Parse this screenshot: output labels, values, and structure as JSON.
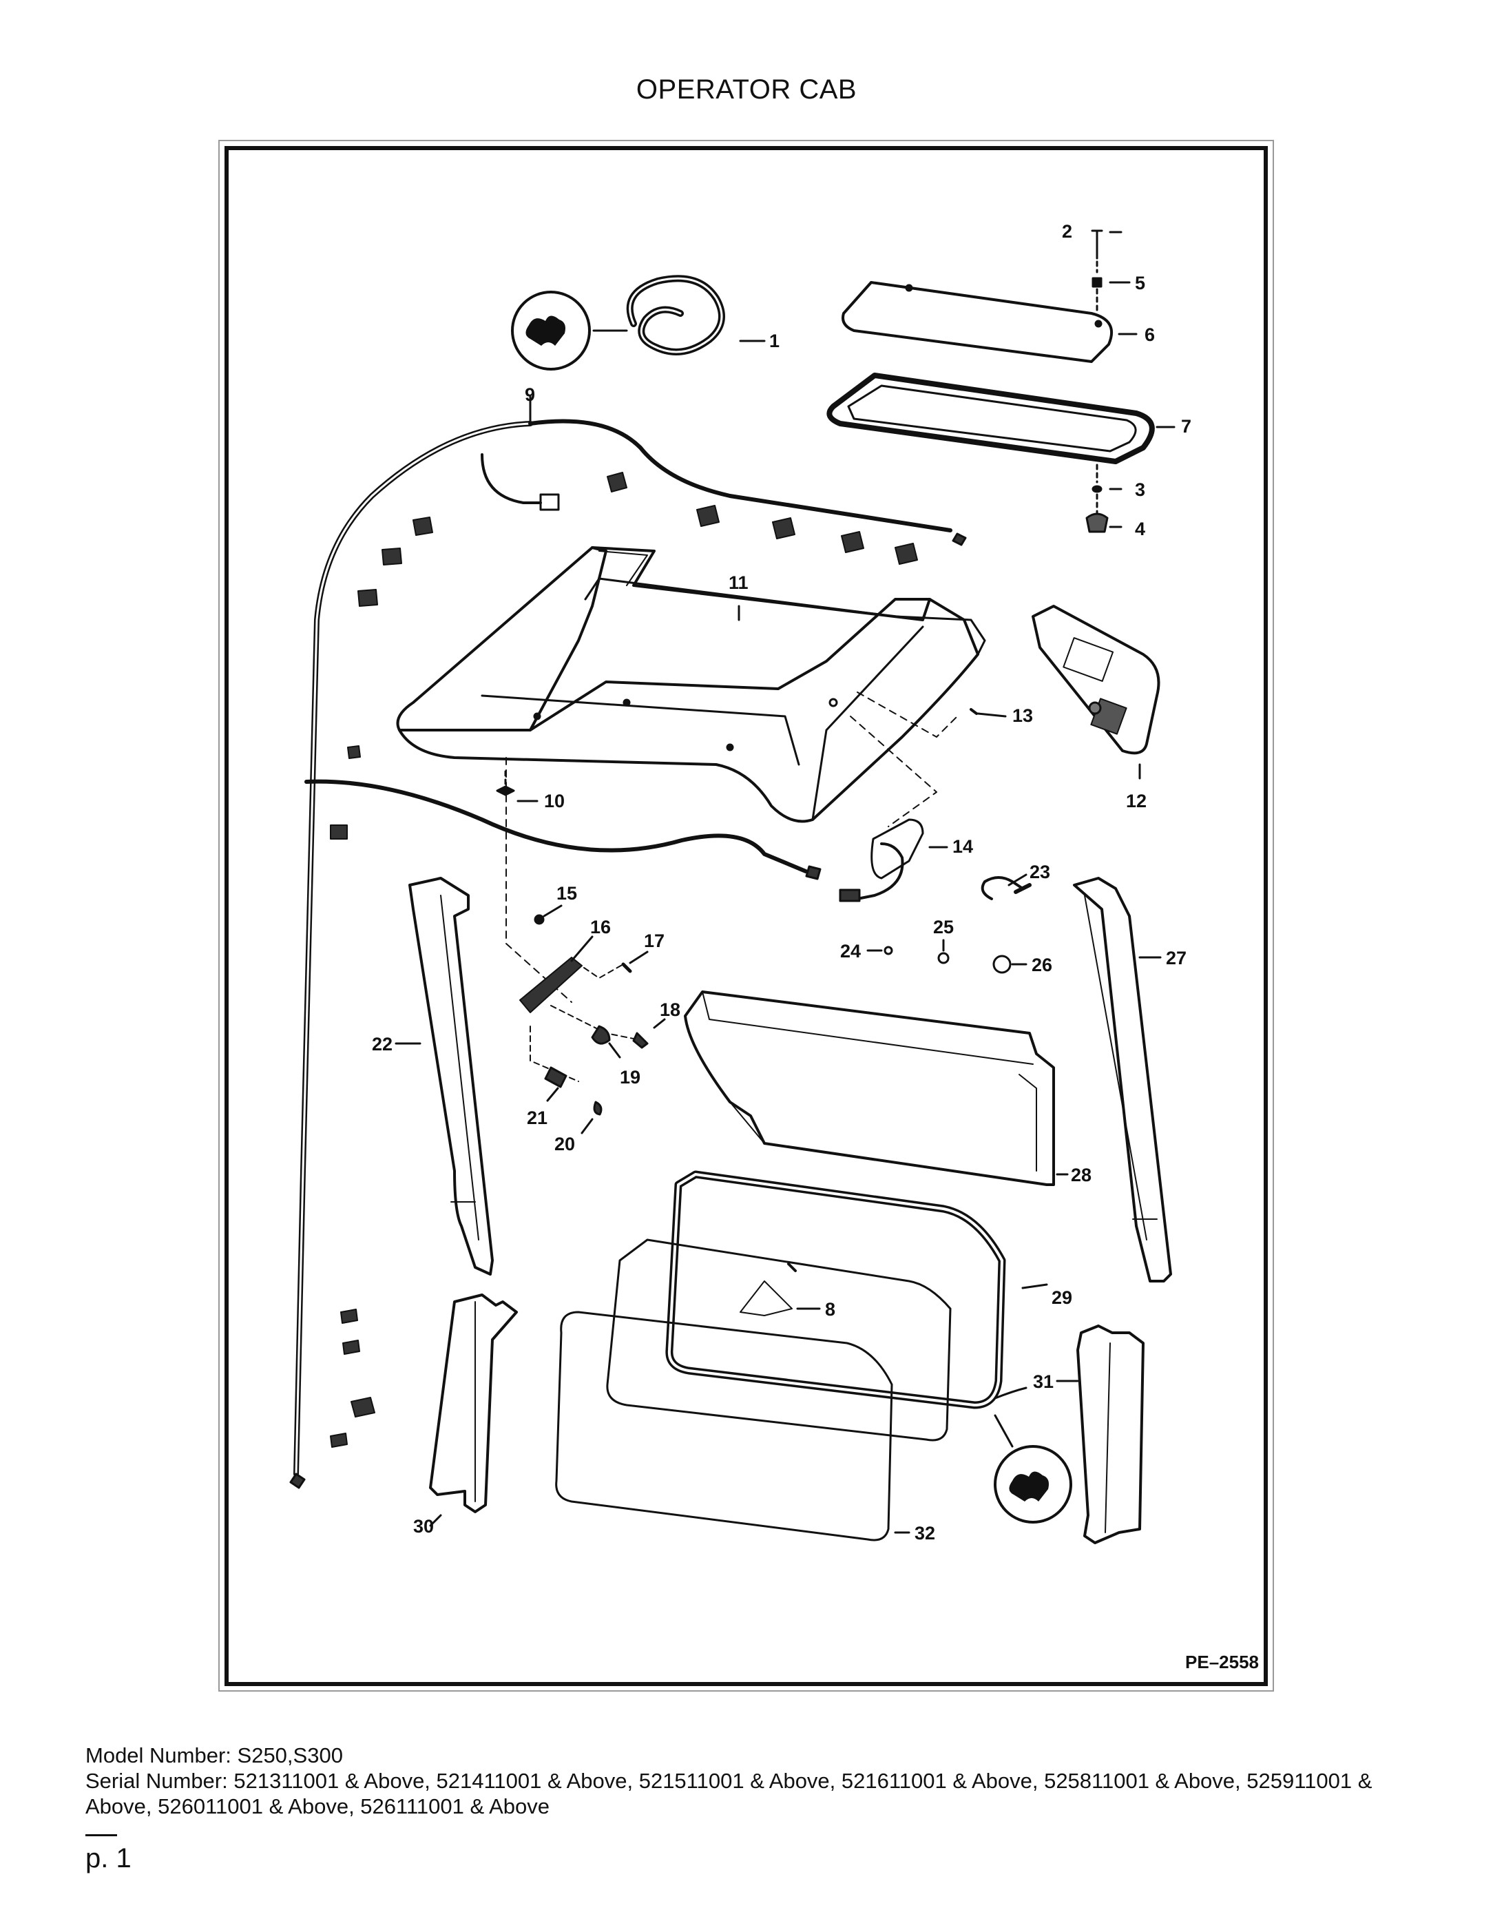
{
  "page": {
    "title": "OPERATOR CAB",
    "figure_ref": "PE–2558",
    "model_line": "Model Number: S250,S300",
    "serial_line": "Serial Number: 521311001 & Above, 521411001 & Above, 521511001 & Above, 521611001 & Above, 525811001 & Above, 525911001 & Above, 526011001 & Above, 526111001 & Above",
    "page_number": "p. 1"
  },
  "callouts": {
    "c1": "1",
    "c2": "2",
    "c3": "3",
    "c4": "4",
    "c5": "5",
    "c6": "6",
    "c7": "7",
    "c8": "8",
    "c9": "9",
    "c10": "10",
    "c11": "11",
    "c12": "12",
    "c13": "13",
    "c14": "14",
    "c15": "15",
    "c16": "16",
    "c17": "17",
    "c18": "18",
    "c19": "19",
    "c20": "20",
    "c21": "21",
    "c22": "22",
    "c23": "23",
    "c24": "24",
    "c25": "25",
    "c26": "26",
    "c27": "27",
    "c28": "28",
    "c29": "29",
    "c30": "30",
    "c31": "31",
    "c32": "32"
  }
}
